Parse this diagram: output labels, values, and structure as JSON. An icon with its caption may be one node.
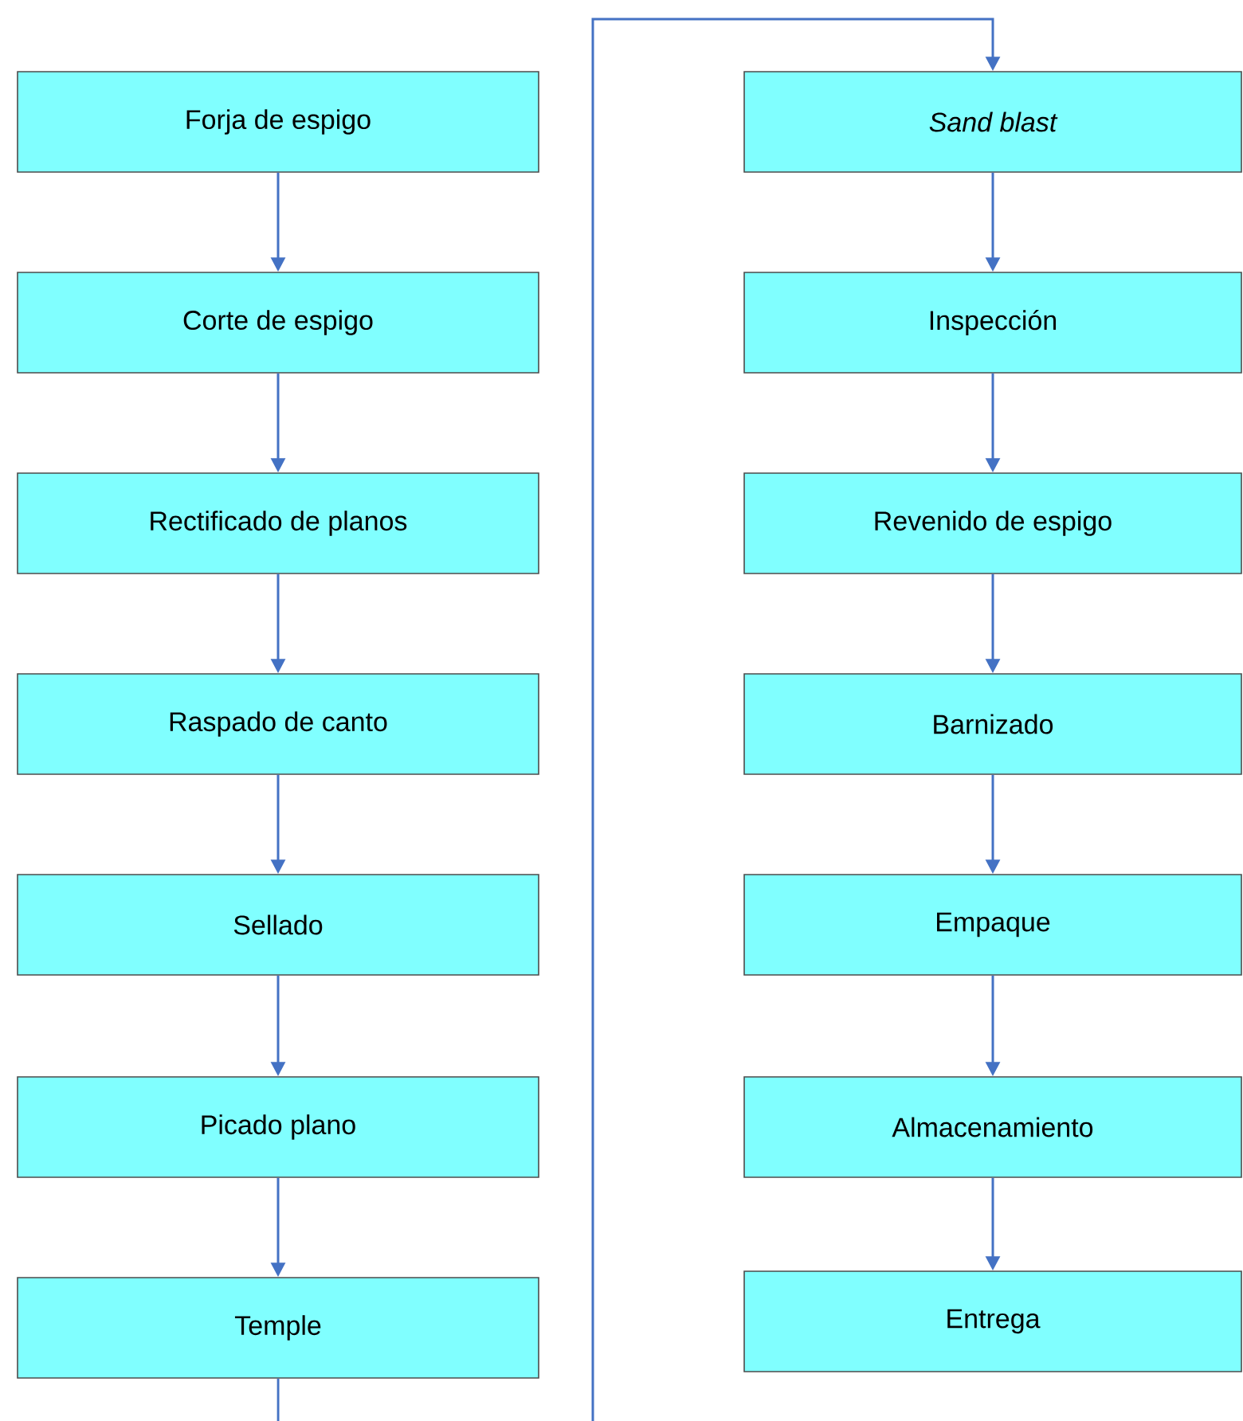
{
  "diagram": {
    "nodes": [
      {
        "text": [
          "Forja de espigo"
        ]
      },
      {
        "text": [
          "Corte de espigo"
        ]
      },
      {
        "text": [
          "Rectificado de planos"
        ]
      },
      {
        "text": [
          "Raspado de canto"
        ]
      },
      {
        "text": [
          "Sellado"
        ]
      },
      {
        "text": [
          "Picado plano"
        ]
      },
      {
        "text": [
          "Temple"
        ]
      },
      {
        "text": [
          "Sand blast"
        ]
      },
      {
        "text": [
          "Inspección"
        ]
      },
      {
        "text": [
          "Revenido de espigo"
        ]
      },
      {
        "text": [
          "Barnizado"
        ]
      },
      {
        "text": [
          "Empaque"
        ]
      },
      {
        "text": [
          "Almacenamiento"
        ]
      },
      {
        "text": [
          "Entrega"
        ]
      }
    ],
    "edges": [
      {
        "from": 0,
        "to": 1,
        "arrow": "to"
      },
      {
        "from": 1,
        "to": 2,
        "arrow": "to"
      },
      {
        "from": 2,
        "to": 3,
        "arrow": "to"
      },
      {
        "from": 3,
        "to": 4,
        "arrow": "to"
      },
      {
        "from": 4,
        "to": 5,
        "arrow": "to"
      },
      {
        "from": 5,
        "to": 6,
        "arrow": "to"
      },
      {
        "from": 6,
        "to": 7,
        "arrow": "to"
      },
      {
        "from": 7,
        "to": 8,
        "arrow": "to"
      },
      {
        "from": 8,
        "to": 9,
        "arrow": "to"
      },
      {
        "from": 9,
        "to": 10,
        "arrow": "to"
      },
      {
        "from": 10,
        "to": 11,
        "arrow": "to"
      },
      {
        "from": 11,
        "to": 12,
        "arrow": "to"
      },
      {
        "from": 12,
        "to": 13,
        "arrow": "to"
      }
    ]
  }
}
